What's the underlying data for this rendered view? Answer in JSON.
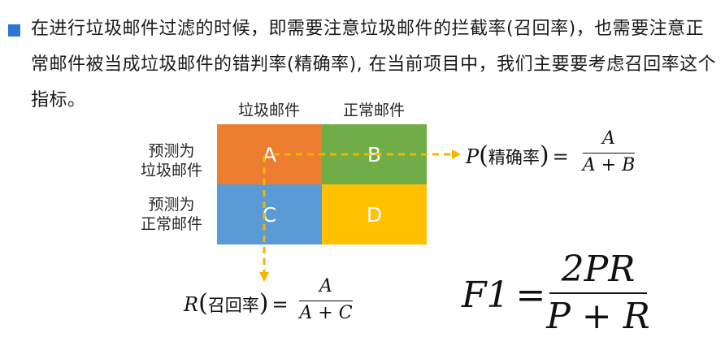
{
  "intro": {
    "text": "在进行垃圾邮件过滤的时候，即需要注意垃圾邮件的拦截率(召回率)，也需要注意正常邮件被当成垃圾邮件的错判率(精确率), 在当前项目中，我们主要要考虑召回率这个指标。"
  },
  "matrix": {
    "col_headers": [
      "垃圾邮件",
      "正常邮件"
    ],
    "row_headers": [
      {
        "line1": "预测为",
        "line2": "垃圾邮件"
      },
      {
        "line1": "预测为",
        "line2": "正常邮件"
      }
    ],
    "cells": [
      "A",
      "B",
      "C",
      "D"
    ],
    "colors": {
      "A": "#ed7d31",
      "B": "#70ad47",
      "C": "#5b9bd5",
      "D": "#ffc000",
      "arrow": "#f4b400"
    }
  },
  "formulas": {
    "precision": {
      "lhs_symbol": "P",
      "lhs_label": "精确率",
      "numerator": "A",
      "denominator": "A + B"
    },
    "recall": {
      "lhs_symbol": "R",
      "lhs_label": "召回率",
      "numerator": "A",
      "denominator": "A + C"
    },
    "f1": {
      "lhs": "F1",
      "numerator": "2PR",
      "denominator": "P + R"
    }
  }
}
